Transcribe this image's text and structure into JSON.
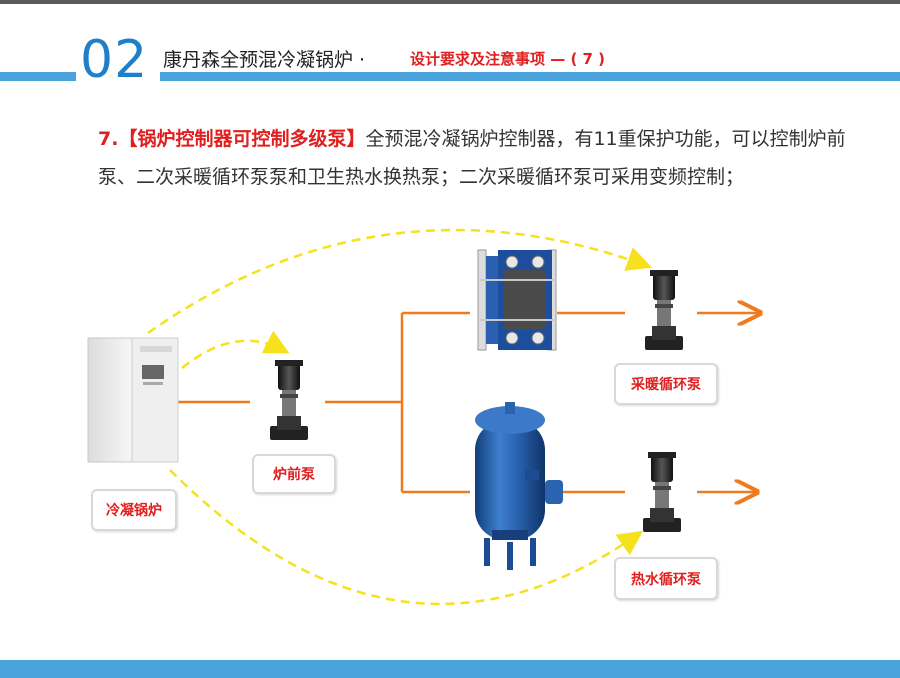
{
  "header": {
    "section_number": "02",
    "title": "康丹森全预混冷凝锅炉 ·",
    "subtitle": "设计要求及注意事项 — ( 7 )"
  },
  "content": {
    "item_prefix": "7.",
    "highlight": "【锅炉控制器可控制多级泵】",
    "text": "全预混冷凝锅炉控制器，有11重保护功能，可以控制炉前泵、二次采暖循环泵泵和卫生热水换热泵；二次采暖循环泵可采用变频控制；"
  },
  "diagram": {
    "labels": {
      "boiler": "冷凝锅炉",
      "front_pump": "炉前泵",
      "heating_pump": "采暖循环泵",
      "hot_water_pump": "热水循环泵"
    },
    "colors": {
      "pipe": "#f07a1e",
      "signal": "#f5e11c",
      "accent_red": "#e02020",
      "accent_blue": "#4aa3dd"
    }
  }
}
